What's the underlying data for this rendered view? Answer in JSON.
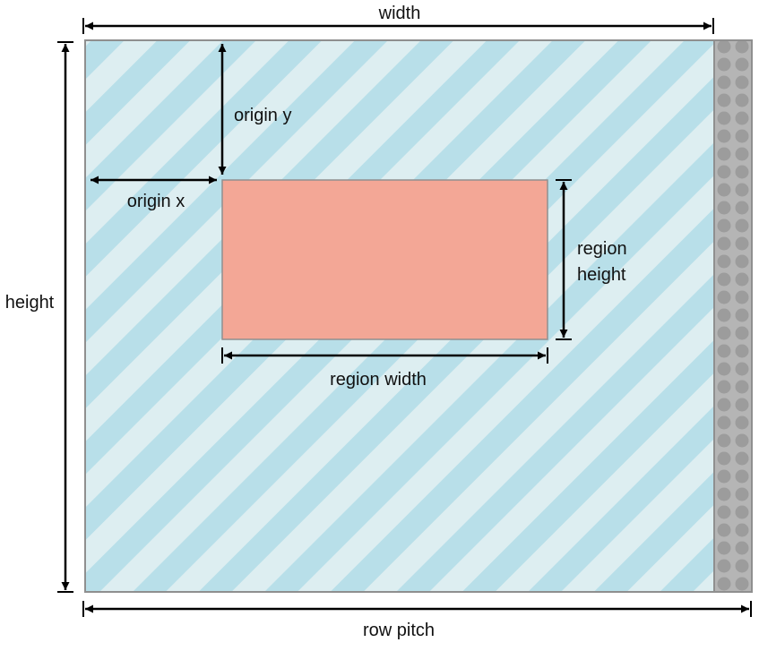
{
  "labels": {
    "width": "width",
    "height": "height",
    "row_pitch": "row pitch",
    "origin_x": "origin x",
    "origin_y": "origin y",
    "region_width": "region width",
    "region_height_line1": "region",
    "region_height_line2": "height"
  },
  "colors": {
    "stripe_light": "#ddeef1",
    "stripe_blue": "#b8dfe9",
    "region_fill": "#f3a796",
    "padding_fill": "#b5b5b5",
    "padding_dot": "#9c9c9c",
    "border": "#8f8f8f",
    "arrow": "#000000"
  }
}
